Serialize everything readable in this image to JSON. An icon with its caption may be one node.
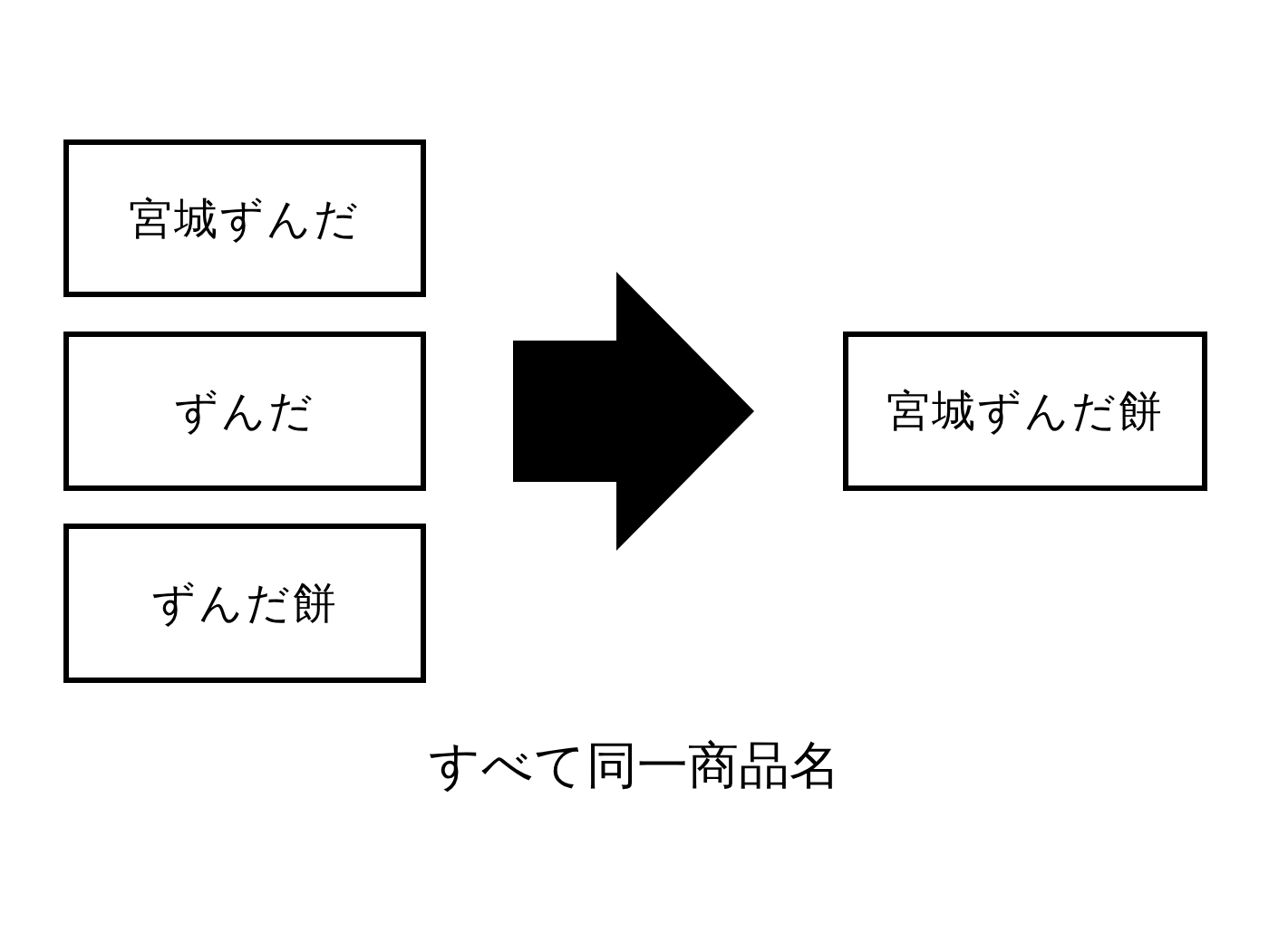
{
  "diagram": {
    "caption": "すべて同一商品名",
    "nodes": [
      {
        "text": [
          "宮城ずんだ"
        ]
      },
      {
        "text": [
          "ずんだ"
        ]
      },
      {
        "text": [
          "ずんだ餅"
        ]
      },
      {
        "text": [
          "宮城ずんだ餅"
        ]
      }
    ],
    "edges": [
      {
        "from": 0,
        "to": 3,
        "arrow": "to"
      },
      {
        "from": 1,
        "to": 3,
        "arrow": "to"
      },
      {
        "from": 2,
        "to": 3,
        "arrow": "to"
      }
    ]
  }
}
